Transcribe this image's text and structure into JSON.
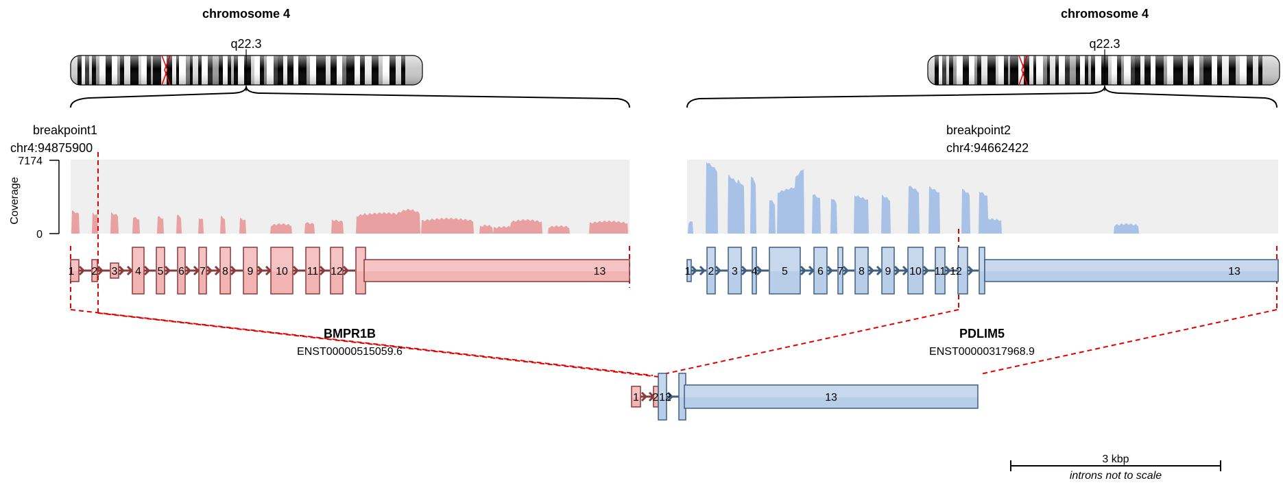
{
  "left": {
    "chromosome_title": "chromosome 4",
    "band": "q22.3",
    "breakpoint_label": "breakpoint1",
    "breakpoint_coord": "chr4:94875900",
    "gene_name": "BMPR1B",
    "transcript": "ENST00000515059.6",
    "exon_labels": [
      "1",
      "2",
      "3",
      "4",
      "5",
      "6",
      "7",
      "8",
      "9",
      "10",
      "11",
      "12",
      "13"
    ],
    "color": "#f2b3b3",
    "stroke": "#8a3a3a",
    "coverage_color": "#e8a0a0"
  },
  "right": {
    "chromosome_title": "chromosome 4",
    "band": "q22.3",
    "breakpoint_label": "breakpoint2",
    "breakpoint_coord": "chr4:94662422",
    "gene_name": "PDLIM5",
    "transcript": "ENST00000317968.9",
    "exon_labels": [
      "1",
      "2",
      "3",
      "4",
      "5",
      "6",
      "7",
      "8",
      "9",
      "10",
      "11",
      "12",
      "13"
    ],
    "color": "#b8cde8",
    "stroke": "#3f5f82",
    "coverage_color": "#a7c2e6"
  },
  "coverage": {
    "axis_title": "Coverage",
    "max_label": "7174",
    "min_label": "0"
  },
  "fusion": {
    "left_exon_labels": [
      "1",
      "2"
    ],
    "right_exon_labels": [
      "12",
      "13"
    ]
  },
  "scale": {
    "label": "3 kbp",
    "note": "introns not to scale"
  },
  "breakpoint_line_color": "#e00000"
}
